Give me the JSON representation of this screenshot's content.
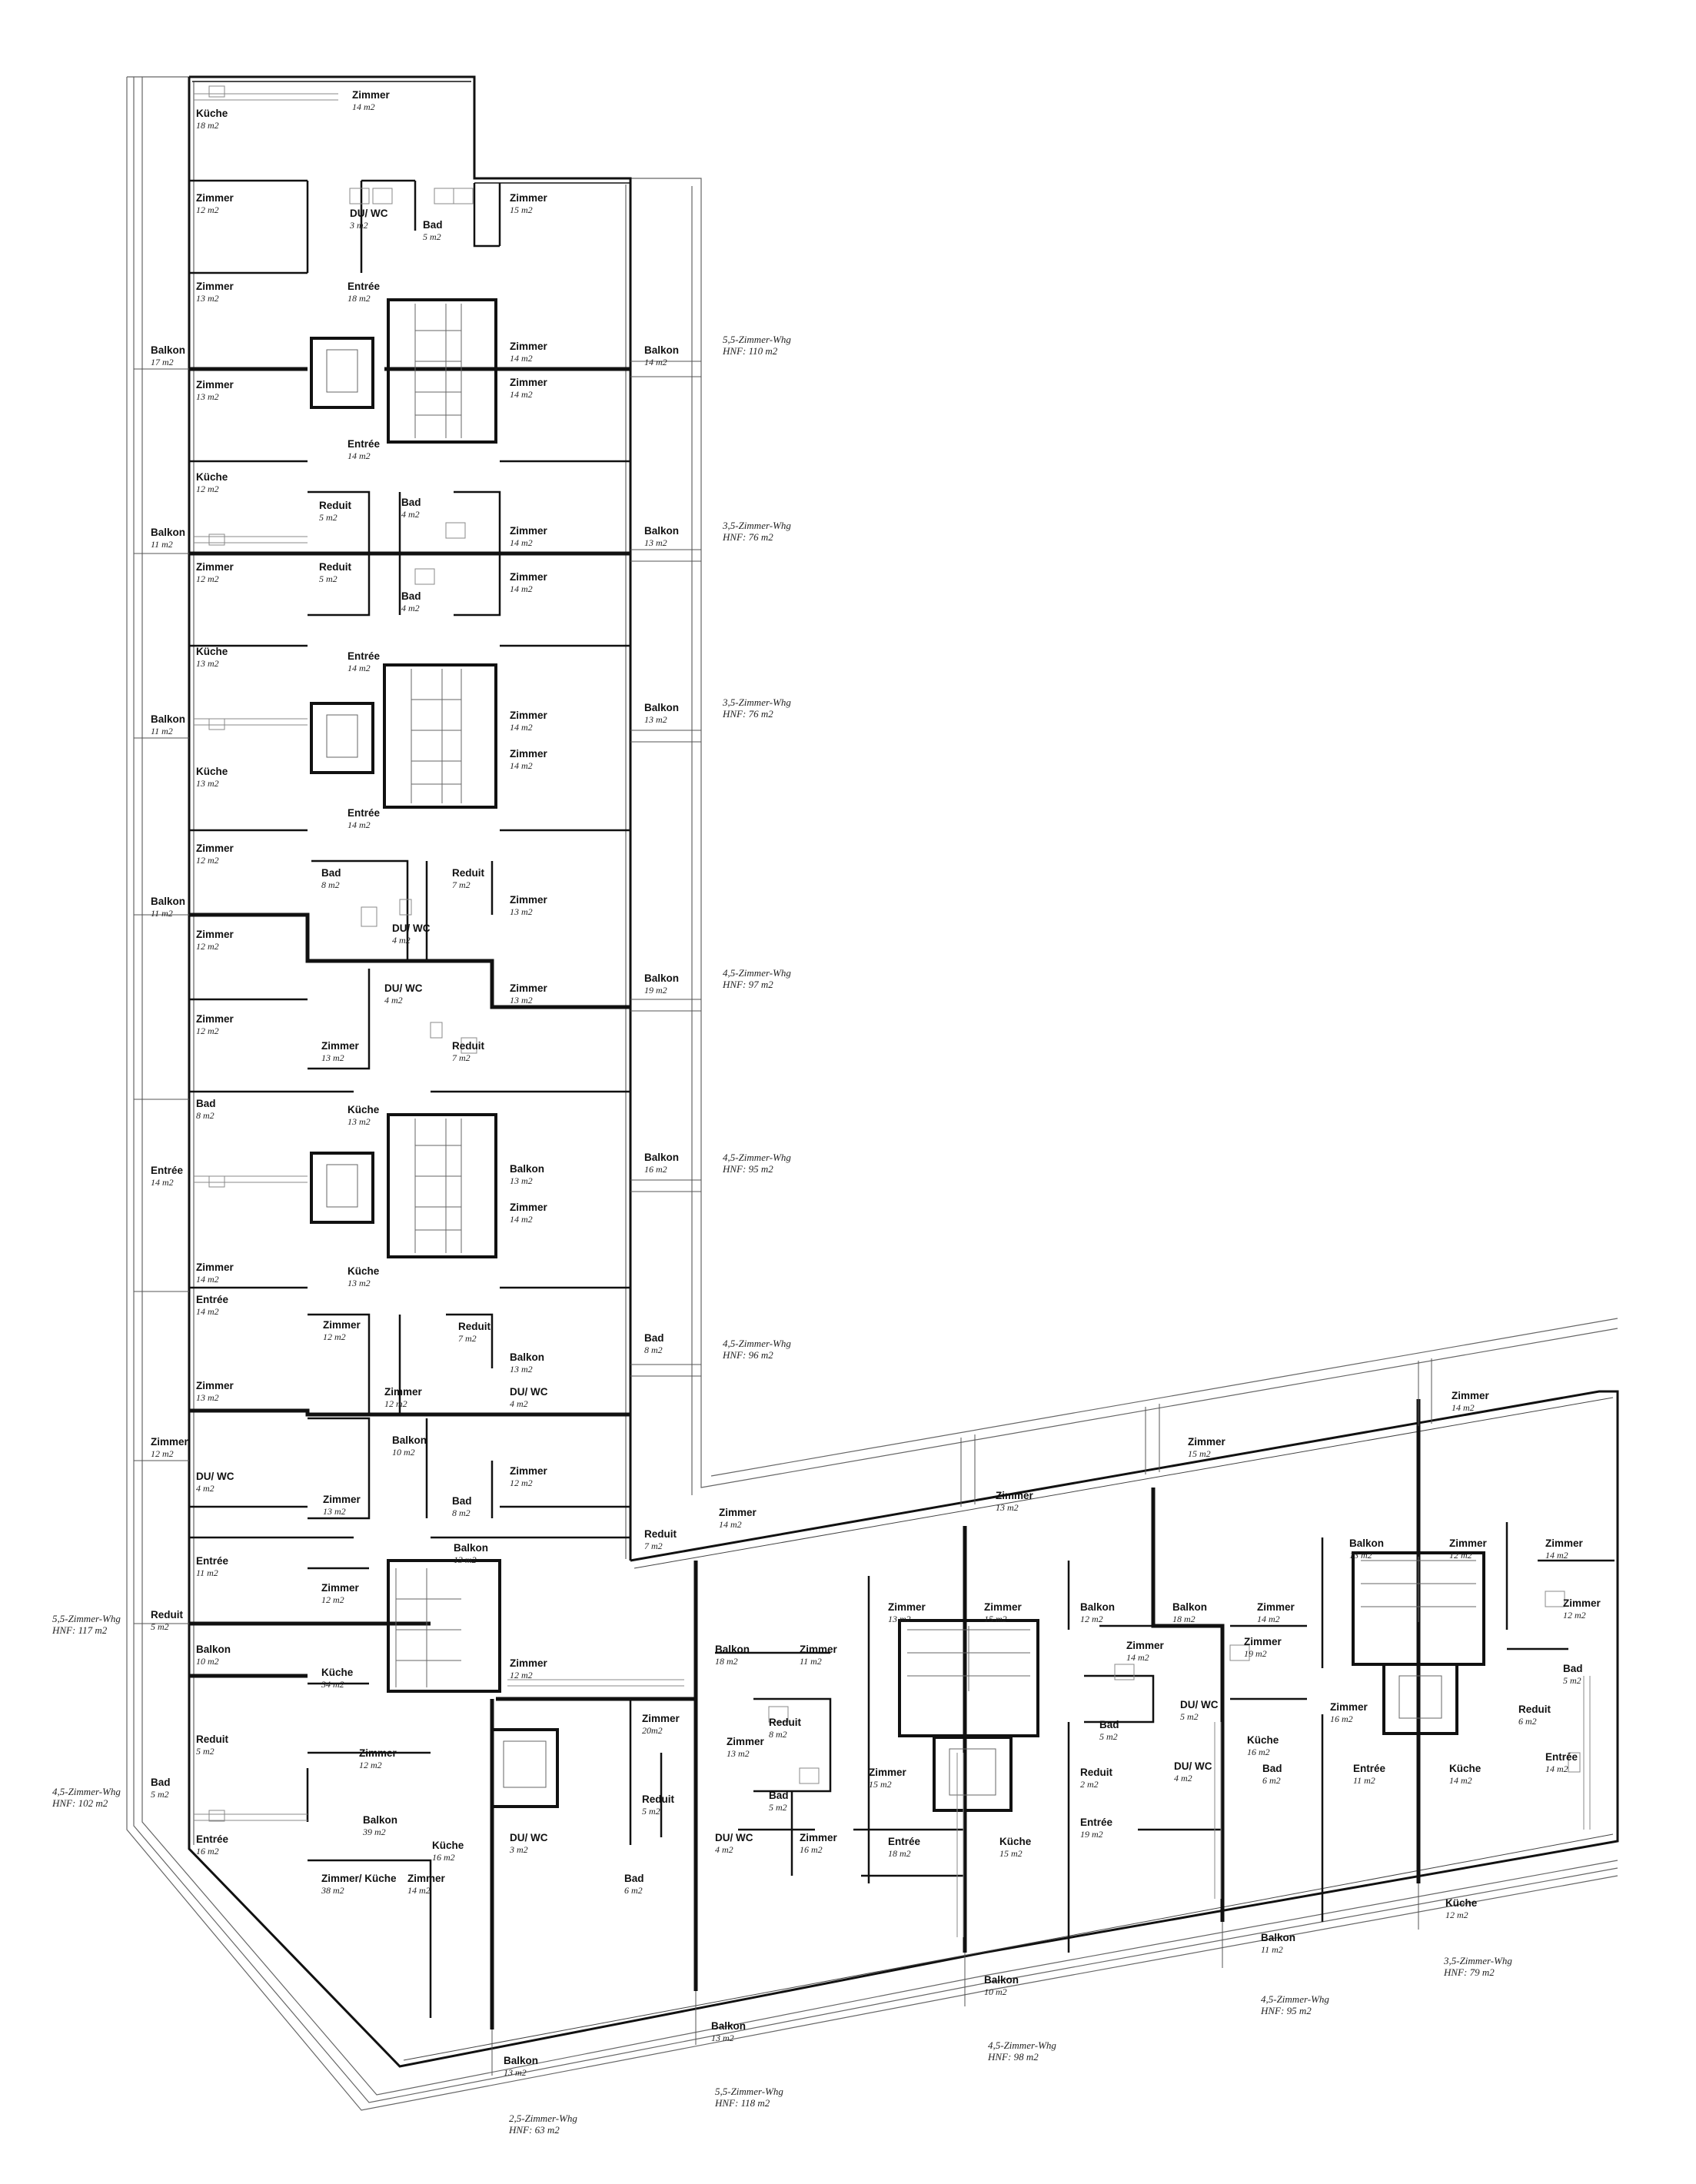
{
  "rooms": [
    {
      "name": "Zimmer",
      "area": "14 m2"
    },
    {
      "name": "Küche",
      "area": "18 m2"
    },
    {
      "name": "Zimmer",
      "area": "12 m2"
    },
    {
      "name": "DU/ WC",
      "area": "3 m2"
    },
    {
      "name": "Bad",
      "area": "5 m2"
    },
    {
      "name": "Zimmer",
      "area": "15 m2"
    },
    {
      "name": "Zimmer",
      "area": "13 m2"
    },
    {
      "name": "Entrée",
      "area": "18 m2"
    },
    {
      "name": "Balkon",
      "area": "17 m2"
    },
    {
      "name": "Zimmer",
      "area": "14 m2"
    },
    {
      "name": "Balkon",
      "area": "14 m2"
    },
    {
      "name": "Zimmer",
      "area": "13 m2"
    },
    {
      "name": "Zimmer",
      "area": "14 m2"
    },
    {
      "name": "Entrée",
      "area": "14 m2"
    },
    {
      "name": "Küche",
      "area": "12 m2"
    },
    {
      "name": "Reduit",
      "area": "5 m2"
    },
    {
      "name": "Bad",
      "area": "4 m2"
    },
    {
      "name": "Balkon",
      "area": "11 m2"
    },
    {
      "name": "Zimmer",
      "area": "14 m2"
    },
    {
      "name": "Balkon",
      "area": "13 m2"
    },
    {
      "name": "Zimmer",
      "area": "12 m2"
    },
    {
      "name": "Reduit",
      "area": "5 m2"
    },
    {
      "name": "Zimmer",
      "area": "14 m2"
    },
    {
      "name": "Bad",
      "area": "4 m2"
    },
    {
      "name": "Küche",
      "area": "13 m2"
    },
    {
      "name": "Entrée",
      "area": "14 m2"
    },
    {
      "name": "Balkon",
      "area": "11 m2"
    },
    {
      "name": "Balkon",
      "area": "13 m2"
    },
    {
      "name": "Zimmer",
      "area": "14 m2"
    },
    {
      "name": "Zimmer",
      "area": "14 m2"
    },
    {
      "name": "Küche",
      "area": "13 m2"
    },
    {
      "name": "Entrée",
      "area": "14 m2"
    },
    {
      "name": "Zimmer",
      "area": "12 m2"
    },
    {
      "name": "Bad",
      "area": "8 m2"
    },
    {
      "name": "Reduit",
      "area": "7 m2"
    },
    {
      "name": "Balkon",
      "area": "11 m2"
    },
    {
      "name": "Zimmer",
      "area": "13 m2"
    },
    {
      "name": "DU/ WC",
      "area": "4 m2"
    },
    {
      "name": "Zimmer",
      "area": "12 m2"
    },
    {
      "name": "Balkon",
      "area": "19 m2"
    },
    {
      "name": "DU/ WC",
      "area": "4 m2"
    },
    {
      "name": "Zimmer",
      "area": "13 m2"
    },
    {
      "name": "Zimmer",
      "area": "12 m2"
    },
    {
      "name": "Zimmer",
      "area": "13 m2"
    },
    {
      "name": "Reduit",
      "area": "7 m2"
    },
    {
      "name": "Bad",
      "area": "8 m2"
    },
    {
      "name": "Küche",
      "area": "13 m2"
    },
    {
      "name": "Entrée",
      "area": "14 m2"
    },
    {
      "name": "Balkon",
      "area": "16 m2"
    },
    {
      "name": "Balkon",
      "area": "13 m2"
    },
    {
      "name": "Zimmer",
      "area": "14 m2"
    },
    {
      "name": "Zimmer",
      "area": "14 m2"
    },
    {
      "name": "Küche",
      "area": "13 m2"
    },
    {
      "name": "Entrée",
      "area": "14 m2"
    },
    {
      "name": "Zimmer",
      "area": "12 m2"
    },
    {
      "name": "Reduit",
      "area": "7 m2"
    },
    {
      "name": "Bad",
      "area": "8 m2"
    },
    {
      "name": "Balkon",
      "area": "13 m2"
    },
    {
      "name": "Zimmer",
      "area": "13 m2"
    },
    {
      "name": "Zimmer",
      "area": "12 m2"
    },
    {
      "name": "DU/ WC",
      "area": "4 m2"
    },
    {
      "name": "Zimmer",
      "area": "12 m2"
    },
    {
      "name": "Balkon",
      "area": "10 m2"
    },
    {
      "name": "DU/ WC",
      "area": "4 m2"
    },
    {
      "name": "Zimmer",
      "area": "12 m2"
    },
    {
      "name": "Zimmer",
      "area": "13 m2"
    },
    {
      "name": "Bad",
      "area": "8 m2"
    },
    {
      "name": "Reduit",
      "area": "7 m2"
    },
    {
      "name": "Balkon",
      "area": "13 m2"
    },
    {
      "name": "Entrée",
      "area": "11 m2"
    },
    {
      "name": "Zimmer",
      "area": "12 m2"
    },
    {
      "name": "Reduit",
      "area": "5 m2"
    },
    {
      "name": "Balkon",
      "area": "10 m2"
    },
    {
      "name": "Zimmer",
      "area": "12 m2"
    },
    {
      "name": "Küche",
      "area": "34 m2"
    },
    {
      "name": "Reduit",
      "area": "5 m2"
    },
    {
      "name": "Zimmer",
      "area": "12 m2"
    },
    {
      "name": "Bad",
      "area": "5 m2"
    },
    {
      "name": "Balkon",
      "area": "39 m2"
    },
    {
      "name": "Entrée",
      "area": "16 m2"
    },
    {
      "name": "Küche",
      "area": "16 m2"
    },
    {
      "name": "DU/ WC",
      "area": "3 m2"
    },
    {
      "name": "Zimmer/ Küche",
      "area": "38 m2"
    },
    {
      "name": "Zimmer",
      "area": "14 m2"
    },
    {
      "name": "Zimmer",
      "area": "20m2"
    },
    {
      "name": "Reduit",
      "area": "5 m2"
    },
    {
      "name": "Bad",
      "area": "6 m2"
    },
    {
      "name": "Zimmer",
      "area": "14 m2"
    },
    {
      "name": "Balkon",
      "area": "13 m2"
    },
    {
      "name": "Balkon",
      "area": "18 m2"
    },
    {
      "name": "Zimmer",
      "area": "11 m2"
    },
    {
      "name": "Zimmer",
      "area": "13 m2"
    },
    {
      "name": "Reduit",
      "area": "8 m2"
    },
    {
      "name": "Bad",
      "area": "5 m2"
    },
    {
      "name": "DU/ WC",
      "area": "4 m2"
    },
    {
      "name": "Zimmer",
      "area": "16 m2"
    },
    {
      "name": "Zimmer",
      "area": "13 m2"
    },
    {
      "name": "Zimmer",
      "area": "15 m2"
    },
    {
      "name": "Zimmer",
      "area": "15 m2"
    },
    {
      "name": "Entrée",
      "area": "18 m2"
    },
    {
      "name": "Küche",
      "area": "15 m2"
    },
    {
      "name": "Zimmer",
      "area": "13 m2"
    },
    {
      "name": "Balkon",
      "area": "12 m2"
    },
    {
      "name": "Zimmer",
      "area": "14 m2"
    },
    {
      "name": "Bad",
      "area": "5 m2"
    },
    {
      "name": "DU/ WC",
      "area": "5 m2"
    },
    {
      "name": "Reduit",
      "area": "2 m2"
    },
    {
      "name": "Entrée",
      "area": "19 m2"
    },
    {
      "name": "Zimmer",
      "area": "15 m2"
    },
    {
      "name": "Balkon",
      "area": "18 m2"
    },
    {
      "name": "Zimmer",
      "area": "14 m2"
    },
    {
      "name": "Zimmer",
      "area": "19 m2"
    },
    {
      "name": "DU/ WC",
      "area": "4 m2"
    },
    {
      "name": "Küche",
      "area": "16 m2"
    },
    {
      "name": "Bad",
      "area": "6 m2"
    },
    {
      "name": "Zimmer",
      "area": "14 m2"
    },
    {
      "name": "Balkon",
      "area": "13 m2"
    },
    {
      "name": "Zimmer",
      "area": "12 m2"
    },
    {
      "name": "Zimmer",
      "area": "14 m2"
    },
    {
      "name": "Zimmer",
      "area": "16 m2"
    },
    {
      "name": "Entrée",
      "area": "11 m2"
    },
    {
      "name": "Küche",
      "area": "14 m2"
    },
    {
      "name": "Zimmer",
      "area": "12 m2"
    },
    {
      "name": "Bad",
      "area": "5 m2"
    },
    {
      "name": "Reduit",
      "area": "6 m2"
    },
    {
      "name": "Entrée",
      "area": "14 m2"
    },
    {
      "name": "Küche",
      "area": "12 m2"
    },
    {
      "name": "Balkon",
      "area": "11 m2"
    },
    {
      "name": "Balkon",
      "area": "10 m2"
    },
    {
      "name": "Balkon",
      "area": "13 m2"
    },
    {
      "name": "Balkon",
      "area": "13 m2"
    },
    {
      "name": "Balkon",
      "area": "11 m2"
    }
  ],
  "apartments": [
    {
      "type": "5,5-Zimmer-Whg",
      "hnf": "HNF: 110 m2"
    },
    {
      "type": "3,5-Zimmer-Whg",
      "hnf": "HNF: 76 m2"
    },
    {
      "type": "3,5-Zimmer-Whg",
      "hnf": "HNF: 76 m2"
    },
    {
      "type": "4,5-Zimmer-Whg",
      "hnf": "HNF: 97 m2"
    },
    {
      "type": "4,5-Zimmer-Whg",
      "hnf": "HNF: 95 m2"
    },
    {
      "type": "4,5-Zimmer-Whg",
      "hnf": "HNF: 96 m2"
    },
    {
      "type": "5,5-Zimmer-Whg",
      "hnf": "HNF: 117 m2"
    },
    {
      "type": "4,5-Zimmer-Whg",
      "hnf": "HNF: 102 m2"
    },
    {
      "type": "2,5-Zimmer-Whg",
      "hnf": "HNF: 63 m2"
    },
    {
      "type": "5,5-Zimmer-Whg",
      "hnf": "HNF: 118 m2"
    },
    {
      "type": "4,5-Zimmer-Whg",
      "hnf": "HNF: 98 m2"
    },
    {
      "type": "4,5-Zimmer-Whg",
      "hnf": "HNF: 95 m2"
    },
    {
      "type": "3,5-Zimmer-Whg",
      "hnf": "HNF: 79 m2"
    }
  ],
  "colors": {
    "line": "#111111",
    "thin": "#555555",
    "fixture": "#888888",
    "background": "#ffffff"
  }
}
